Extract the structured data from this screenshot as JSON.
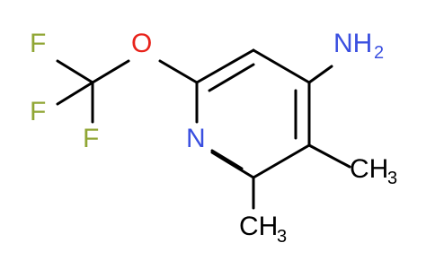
{
  "molecule": {
    "atoms": {
      "F1": "F",
      "F2": "F",
      "F3": "F",
      "O": "O",
      "N_ring": "N",
      "NH2_main": "NH",
      "NH2_sub": "2",
      "CH3_a_main": "CH",
      "CH3_a_sub": "3",
      "CH3_b_main": "CH",
      "CH3_b_sub": "3"
    },
    "colors": {
      "bond": "#000000",
      "fluorine": "#90a634",
      "oxygen": "#e8231b",
      "nitrogen": "#3a4fe0",
      "carbon_label": "#000000"
    }
  }
}
